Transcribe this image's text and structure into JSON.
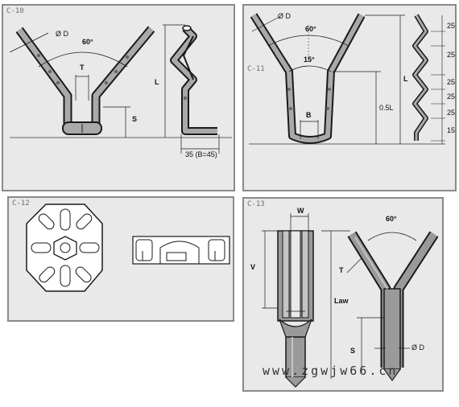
{
  "panels": {
    "c10": {
      "label": "C-10",
      "dim_d": "Ø D",
      "angle": "60°",
      "dim_t": "T",
      "dim_l": "L",
      "dim_s": "S",
      "dim_bottom": "35 (B=45)"
    },
    "c11": {
      "label": "C-11",
      "dim_d": "Ø D",
      "angle_outer": "60°",
      "angle_inner": "15°",
      "dim_b": "B",
      "dim_l": "L",
      "dim_half_l": "0.5L",
      "pitch": [
        "25",
        "25",
        "25",
        "25",
        "25",
        "15"
      ]
    },
    "c12": {
      "label": "C-12"
    },
    "c13": {
      "label": "C-13",
      "dim_w": "W",
      "dim_v": "V",
      "dim_t": "T",
      "angle": "60°",
      "dim_law": "Law",
      "dim_s": "S",
      "dim_d": "Ø D"
    }
  },
  "watermark": "www.zgwjw66.cn",
  "colors": {
    "panel_bg": "#e9e9e9",
    "panel_border": "#8a8a8a",
    "line": "#1a1a1a",
    "wire_fill": "#9a9a9a"
  }
}
